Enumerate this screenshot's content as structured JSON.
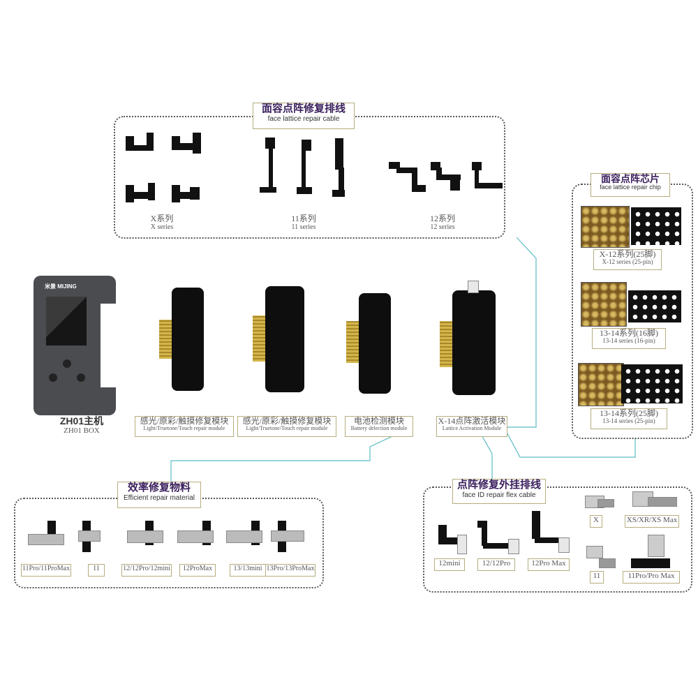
{
  "face_cable": {
    "title_cn": "面容点阵修复排线",
    "title_en": "face lattice repair cable",
    "series": [
      {
        "cn": "X系列",
        "en": "X series"
      },
      {
        "cn": "11系列",
        "en": "11 series"
      },
      {
        "cn": "12系列",
        "en": "12 series"
      }
    ]
  },
  "chip": {
    "title_cn": "面容点阵芯片",
    "title_en": "face lattice repair chip",
    "items": [
      {
        "cn": "X-12系列(25脚)",
        "en": "X-12 series (25-pin)"
      },
      {
        "cn": "13-14系列(16脚)",
        "en": "13-14 series (16-pin)"
      },
      {
        "cn": "13-14系列(25脚)",
        "en": "13-14 series (25-pin)"
      }
    ]
  },
  "box": {
    "cn": "ZH01主机",
    "en": "ZH01 BOX",
    "brand": "米景 MIJING"
  },
  "modules": [
    {
      "cn": "感光/原彩/触摸修复模块",
      "en": "Light/Truetone/Touch repair module"
    },
    {
      "cn": "感光/原彩/触摸修复模块",
      "en": "Light/Truetone/Touch repair module"
    },
    {
      "cn": "电池检测模块",
      "en": "Battery delection module"
    },
    {
      "cn": "X-14点阵激活模块",
      "en": "Lattice Activation Module"
    }
  ],
  "efficient": {
    "title_cn": "效率修复物料",
    "title_en": "Efficient repair material",
    "items": [
      "11Pro/11ProMax",
      "11",
      "12/12Pro/12mini",
      "12ProMax",
      "13/13mini",
      "13Pro/13ProMax"
    ]
  },
  "flex": {
    "title_cn": "点阵修复外挂排线",
    "title_en": "face ID repair flex cable",
    "items": [
      "12mini",
      "12/12Pro",
      "12Pro Max",
      "X",
      "XS/XR/XS Max",
      "11",
      "11Pro/Pro Max"
    ]
  },
  "colors": {
    "accent": "#3a1f5c",
    "line": "#5bbcc4",
    "tag_border": "#b5ad7e",
    "gold": "#d4b54a"
  }
}
